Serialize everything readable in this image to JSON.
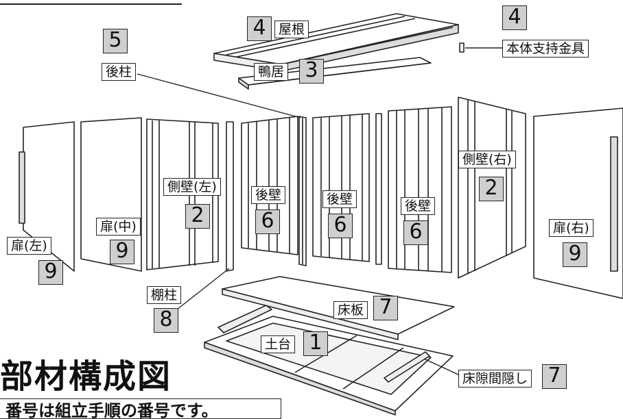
{
  "diagram": {
    "title": "部材構成図",
    "note": "番号は組立手順の番号です。",
    "parts": [
      {
        "id": "roof",
        "label": "屋根",
        "number": "4"
      },
      {
        "id": "bracket",
        "label": "本体支持金具",
        "number": "4"
      },
      {
        "id": "rear-post",
        "label": "後柱",
        "number": "5"
      },
      {
        "id": "lintel",
        "label": "鴨居",
        "number": "3"
      },
      {
        "id": "side-wall-right",
        "label": "側壁(右)",
        "number": "2"
      },
      {
        "id": "side-wall-left",
        "label": "側壁(左)",
        "number": "2"
      },
      {
        "id": "back-wall-1",
        "label": "後壁",
        "number": "6"
      },
      {
        "id": "back-wall-2",
        "label": "後壁",
        "number": "6"
      },
      {
        "id": "back-wall-3",
        "label": "後壁",
        "number": "6"
      },
      {
        "id": "door-middle",
        "label": "扉(中)",
        "number": "9"
      },
      {
        "id": "door-left",
        "label": "扉(左)",
        "number": "9"
      },
      {
        "id": "door-right",
        "label": "扉(右)",
        "number": "9"
      },
      {
        "id": "shelf-post",
        "label": "棚柱",
        "number": "8"
      },
      {
        "id": "floor-board",
        "label": "床板",
        "number": "7"
      },
      {
        "id": "base",
        "label": "土台",
        "number": "1"
      },
      {
        "id": "floor-gap-cover",
        "label": "床隙間隠し",
        "number": "7"
      }
    ]
  }
}
